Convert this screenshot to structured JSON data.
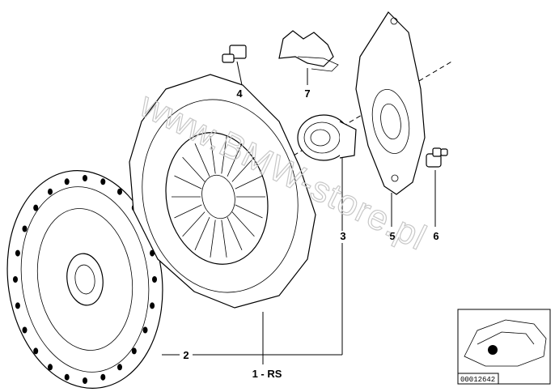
{
  "callouts": {
    "c1": "1 - RS",
    "c2": "2",
    "c3": "3",
    "c4": "4",
    "c5": "5",
    "c6": "6",
    "c7": "7"
  },
  "watermark": "www.BMW-store.pl",
  "thumbnail": {
    "ref_code": "00012642"
  }
}
